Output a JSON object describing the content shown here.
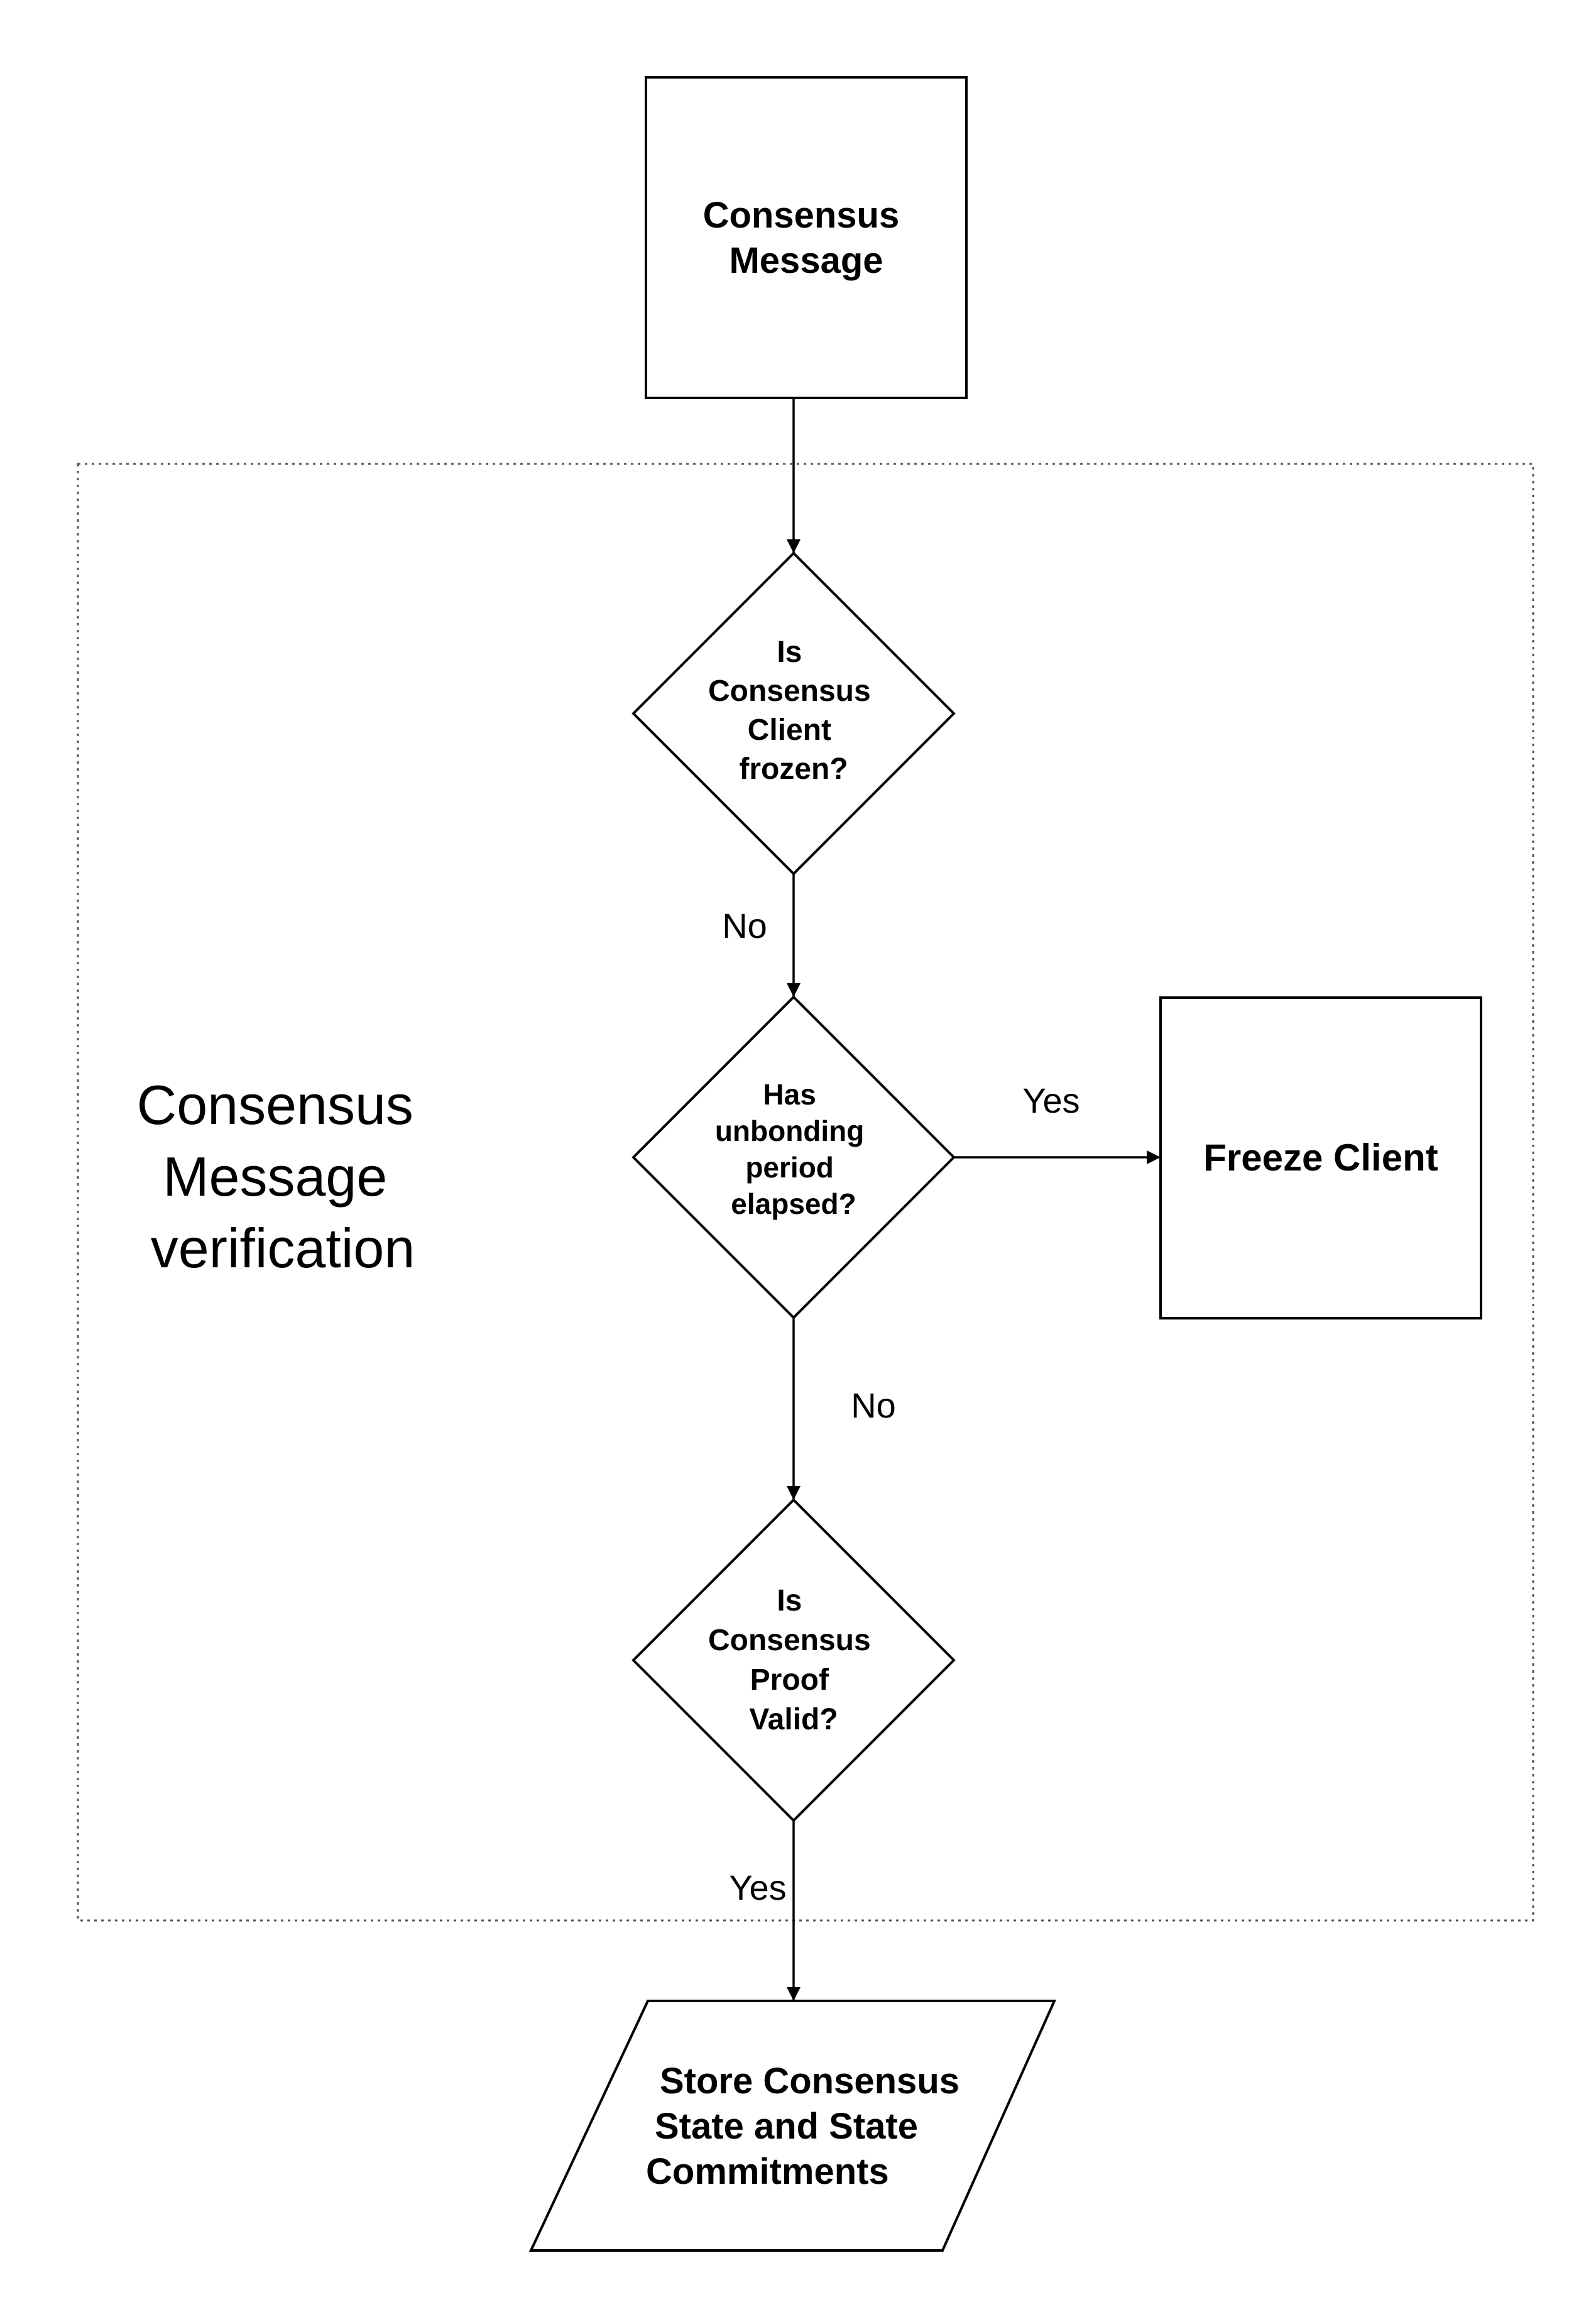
{
  "group": {
    "label_lines": [
      "Consensus",
      "Message",
      "verification"
    ]
  },
  "nodes": {
    "consensus_message": {
      "shape": "rectangle",
      "lines": [
        "Consensus",
        "Message"
      ]
    },
    "client_frozen": {
      "shape": "diamond",
      "lines": [
        "Is",
        "Consensus",
        "Client",
        "frozen?"
      ]
    },
    "unbonding_elapsed": {
      "shape": "diamond",
      "lines": [
        "Has",
        "unbonding",
        "period",
        "elapsed?"
      ]
    },
    "freeze_client": {
      "shape": "rectangle",
      "lines": [
        "Freeze Client"
      ]
    },
    "proof_valid": {
      "shape": "diamond",
      "lines": [
        "Is",
        "Consensus",
        "Proof",
        "Valid?"
      ]
    },
    "store_state": {
      "shape": "parallelogram",
      "lines": [
        "Store Consensus",
        "State and State",
        "Commitments"
      ]
    }
  },
  "edges": {
    "e1": {
      "from": "consensus_message",
      "to": "client_frozen",
      "label": ""
    },
    "e2": {
      "from": "client_frozen",
      "to": "unbonding_elapsed",
      "label": "No"
    },
    "e3": {
      "from": "unbonding_elapsed",
      "to": "freeze_client",
      "label": "Yes"
    },
    "e4": {
      "from": "unbonding_elapsed",
      "to": "proof_valid",
      "label": "No"
    },
    "e5": {
      "from": "proof_valid",
      "to": "store_state",
      "label": "Yes"
    }
  },
  "colors": {
    "stroke": "#000000",
    "background": "#ffffff",
    "group_border": "#555555"
  }
}
